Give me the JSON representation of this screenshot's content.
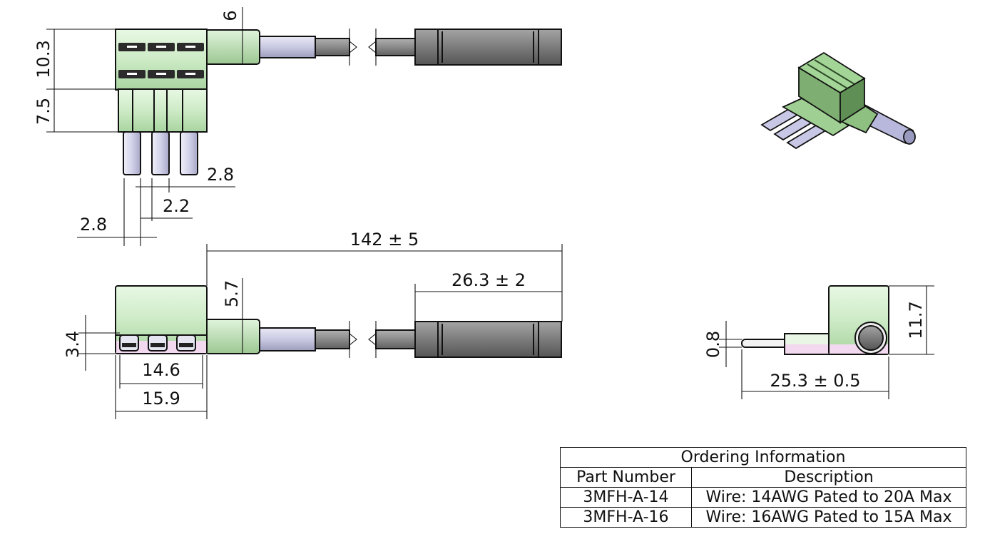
{
  "top_view": {
    "dim_wire_dia": "6",
    "dim_height_upper": "10.3",
    "dim_height_lower": "7.5",
    "dim_pin_width": "2.8",
    "dim_pin_gap": "2.2",
    "dim_pin_width_left": "2.8"
  },
  "side_view": {
    "dim_total_length": "142 ± 5",
    "dim_sleeve_length": "26.3 ± 2",
    "dim_wire_dia": "5.7",
    "dim_offset": "3.4",
    "dim_inner_width": "14.6",
    "dim_outer_width": "15.9"
  },
  "end_view": {
    "dim_height": "11.7",
    "dim_pin_thickness": "0.8",
    "dim_length": "25.3 ± 0.5"
  },
  "ordering_table": {
    "title": "Ordering Information",
    "headers": [
      "Part Number",
      "Description"
    ],
    "rows": [
      {
        "part": "3MFH-A-14",
        "description": "Wire: 14AWG Pated to 20A Max"
      },
      {
        "part": "3MFH-A-16",
        "description": "Wire: 16AWG Pated to 15A Max"
      }
    ]
  },
  "colors": {
    "housing": "#d6f2d2",
    "wire_insulation": "#cfcfe6",
    "wire_cable": "#8a8a8a",
    "sleeve": "#7a7a7a",
    "pin": "#d8d8ee",
    "iso_housing": "#7fae72"
  }
}
